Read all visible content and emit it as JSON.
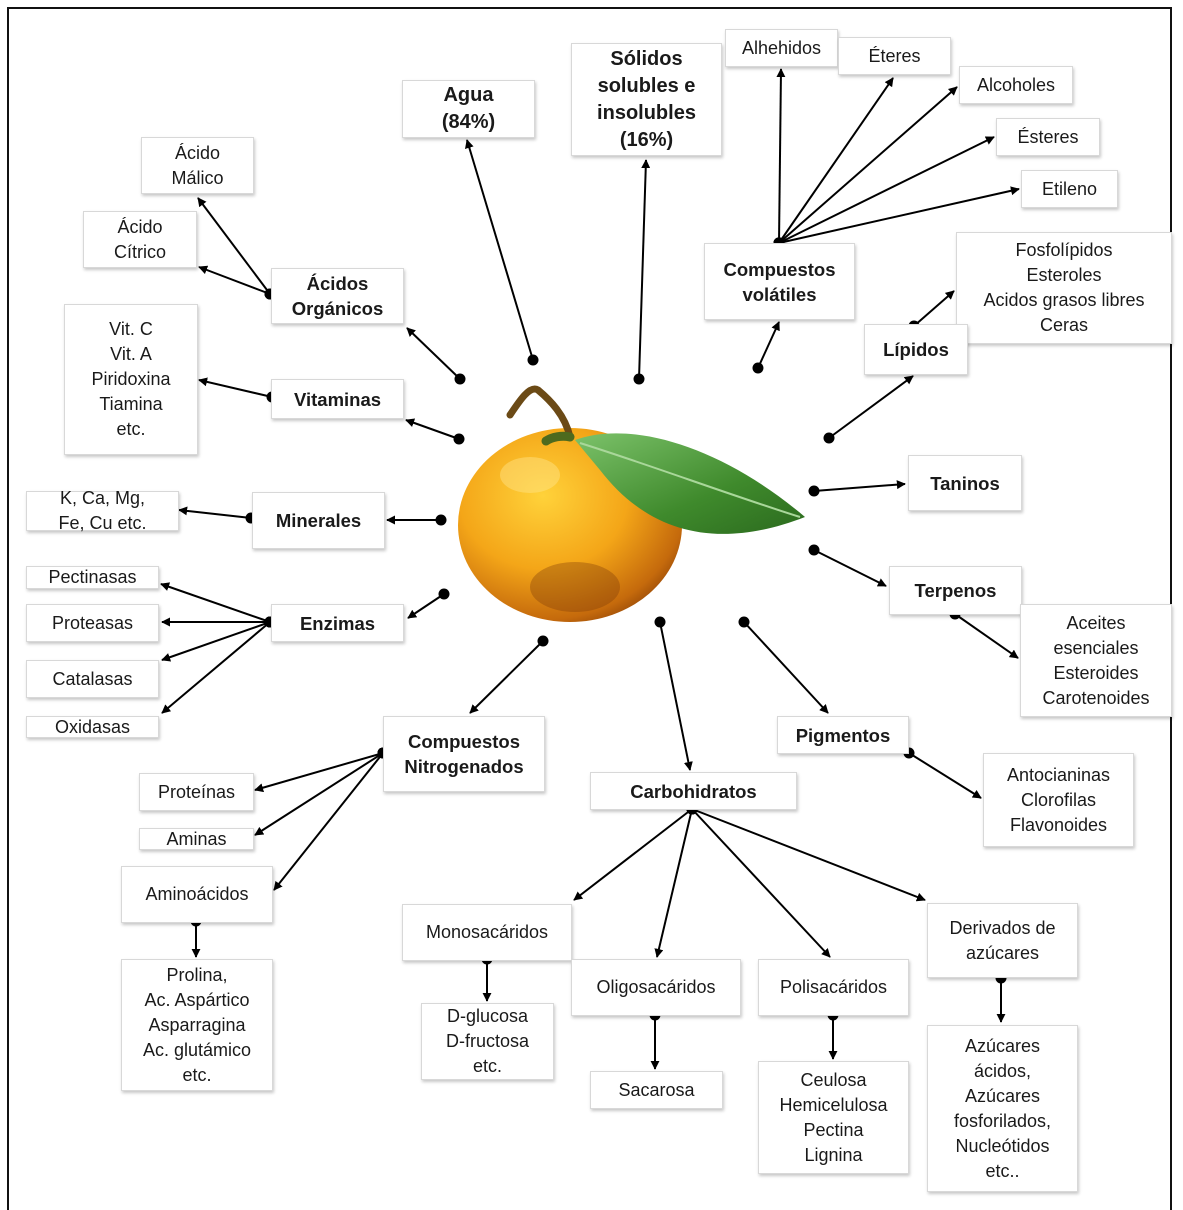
{
  "center": {
    "icon": "mandarin-orange-with-leaf"
  },
  "colors": {
    "line": "#000000",
    "box_border": "#d8d8d8",
    "fruit_orange": "#f2a516",
    "leaf_green": "#3f8a2c"
  },
  "nodes": {
    "agua": "Agua\n(84%)",
    "solidos": "Sólidos\nsolubles e\ninsolubles\n(16%)",
    "acidos_organicos": "Ácidos\nOrgánicos",
    "acido_malico": "Ácido\nMálico",
    "acido_citrico": "Ácido\nCítrico",
    "vitaminas": "Vitaminas",
    "vitaminas_lista": "Vit. C\nVit. A\nPiridoxina\nTiamina\netc.",
    "minerales": "Minerales",
    "minerales_lista": "K, Ca, Mg,\nFe, Cu etc.",
    "enzimas": "Enzimas",
    "pectinasas": "Pectinasas",
    "proteasas": "Proteasas",
    "catalasas": "Catalasas",
    "oxidasas": "Oxidasas",
    "compuestos_nitrogenados": "Compuestos\nNitrogenados",
    "proteinas": "Proteínas",
    "aminas": "Aminas",
    "aminoacidos": "Aminoácidos",
    "aminoacidos_lista": "Prolina,\nAc. Aspártico\nAsparragina\nAc. glutámico\netc.",
    "carbohidratos": "Carbohidratos",
    "monosacaridos": "Monosacáridos",
    "monosacaridos_lista": "D-glucosa\nD-fructosa\netc.",
    "oligosacaridos": "Oligosacáridos",
    "sacarosa": "Sacarosa",
    "polisacaridos": "Polisacáridos",
    "polisacaridos_lista": "Ceulosa\nHemicelulosa\nPectina\nLignina",
    "derivados": "Derivados de\nazúcares",
    "derivados_lista": "Azúcares\nácidos,\nAzúcares\nfosforilados,\nNucleótidos\netc..",
    "pigmentos": "Pigmentos",
    "pigmentos_lista": "Antocianinas\nClorofilas\nFlavonoides",
    "terpenos": "Terpenos",
    "terpenos_lista": "Aceites\nesenciales\nEsteroides\nCarotenoides",
    "taninos": "Taninos",
    "lipidos": "Lípidos",
    "lipidos_lista": "Fosfolípidos\nEsteroles\nAcidos grasos libres\nCeras",
    "compuestos_volatiles": "Compuestos\nvolátiles",
    "alhehidos": "Alhehidos",
    "eteres": "Éteres",
    "alcoholes": "Alcoholes",
    "esteres": "Ésteres",
    "etileno": "Etileno"
  }
}
